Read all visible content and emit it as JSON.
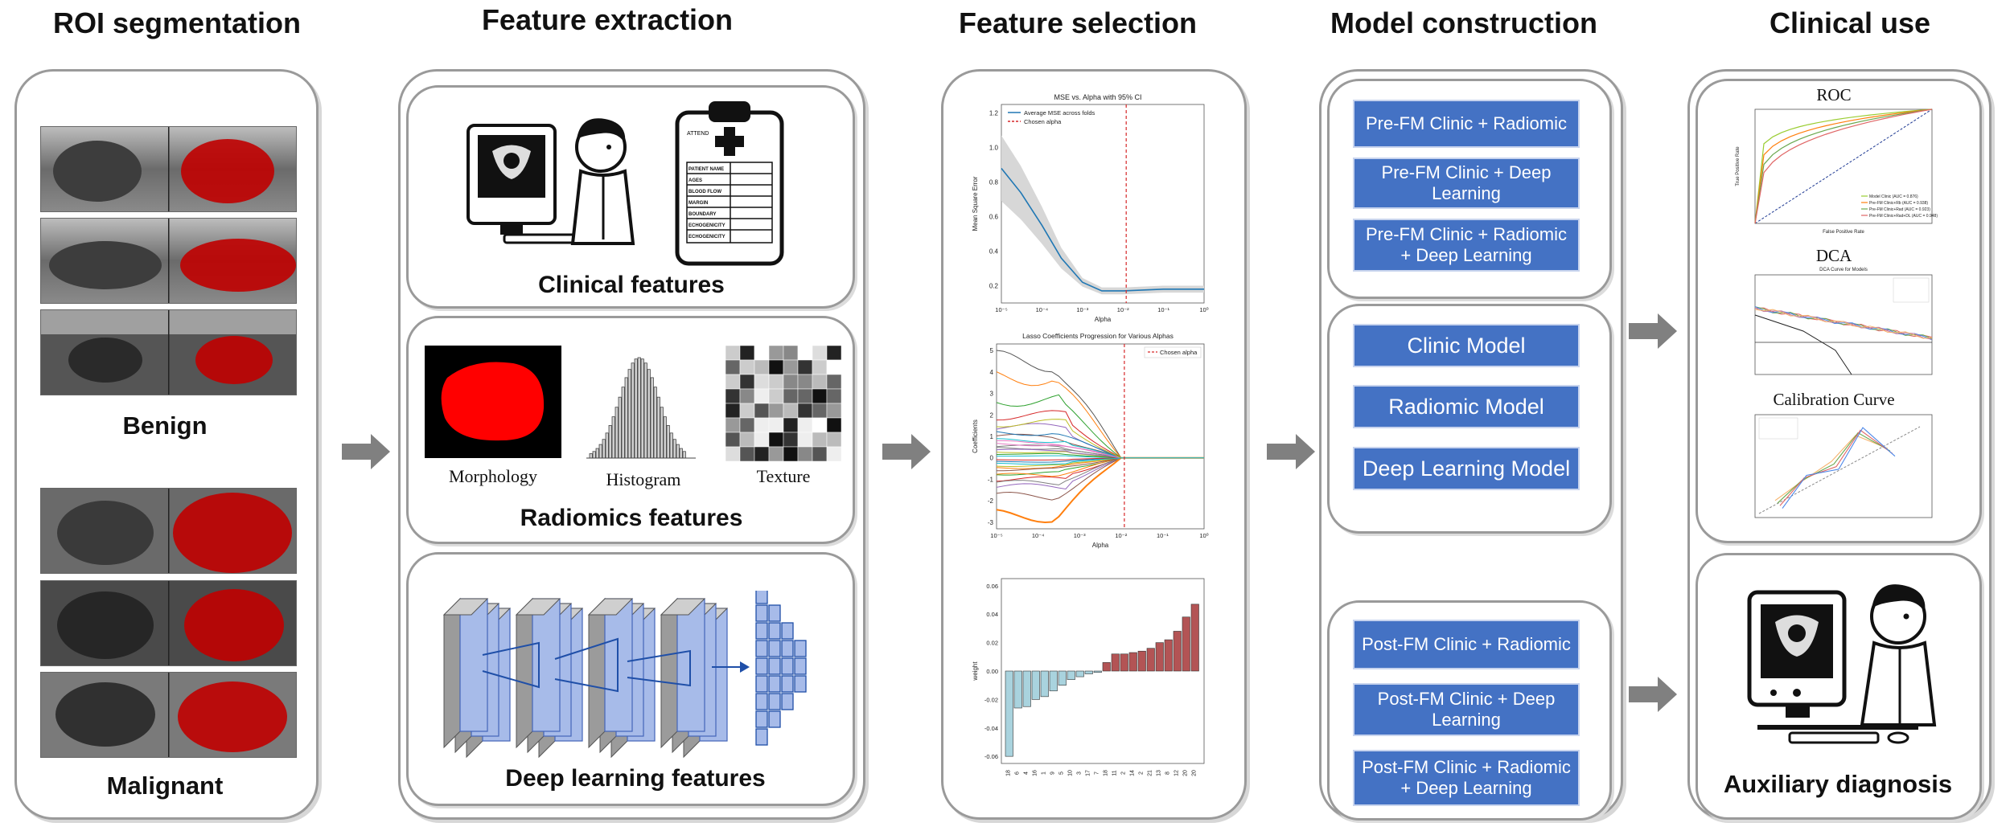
{
  "stages": {
    "roi": "ROI segmentation",
    "extraction": "Feature extraction",
    "selection": "Feature selection",
    "construction": "Model construction",
    "clinical": "Clinical use"
  },
  "roi": {
    "benign": "Benign",
    "malignant": "Malignant"
  },
  "extraction": {
    "clinical_label": "Clinical features",
    "radiomics_label": "Radiomics features",
    "deep_label": "Deep learning features",
    "morphology": "Morphology",
    "histogram": "Histogram",
    "texture": "Texture",
    "form": {
      "header": "ATTEND",
      "rows": [
        "PATIENT NAME",
        "AGES",
        "BLOOD FLOW",
        "MARGIN",
        "BOUNDARY",
        "ECHOGENICITY",
        "ECHOGENICITY"
      ]
    }
  },
  "selection": {
    "mse_title": "MSE vs. Alpha with 95% CI",
    "mse_legend": [
      "Average MSE across folds",
      "Chosen alpha"
    ],
    "mse_ylabel": "Mean Square Error",
    "mse_xlabel": "Alpha",
    "lasso_title": "Lasso Coefficients Progression for Various Alphas",
    "lasso_legend": "Chosen alpha",
    "lasso_ylabel": "Coefficients",
    "lasso_xlabel": "Alpha",
    "weight_ylabel": "weight",
    "mse_ticks": [
      "1.2",
      "1.0",
      "0.8",
      "0.6",
      "0.4",
      "0.2"
    ],
    "lasso_ticks": [
      "5",
      "4",
      "3",
      "2",
      "1",
      "0",
      "-1",
      "-2",
      "-3"
    ],
    "x_ticks": [
      "10⁻⁵",
      "10⁻⁴",
      "10⁻³",
      "10⁻²",
      "10⁻¹",
      "10⁰"
    ],
    "weight_ticks": [
      "0.06",
      "0.04",
      "0.02",
      "0.00",
      "-0.02",
      "-0.04",
      "-0.06"
    ]
  },
  "chart_data": [
    {
      "type": "line",
      "title": "MSE vs. Alpha with 95% CI",
      "xlabel": "Alpha",
      "ylabel": "Mean Square Error",
      "x_scale": "log",
      "xlim": [
        1e-05,
        1
      ],
      "ylim": [
        0.1,
        1.25
      ],
      "series": [
        {
          "name": "Average MSE across folds",
          "x": [
            1e-05,
            3e-05,
            0.0001,
            0.0003,
            0.001,
            0.003,
            0.01,
            0.1,
            1
          ],
          "y": [
            0.88,
            0.74,
            0.55,
            0.36,
            0.22,
            0.17,
            0.17,
            0.18,
            0.18
          ]
        }
      ],
      "chosen_alpha": 0.012
    },
    {
      "type": "line",
      "title": "Lasso Coefficients Progression for Various Alphas",
      "xlabel": "Alpha",
      "ylabel": "Coefficients",
      "x_scale": "log",
      "xlim": [
        1e-05,
        1
      ],
      "ylim": [
        -3.3,
        5.3
      ],
      "chosen_alpha": 0.012
    },
    {
      "type": "bar",
      "ylabel": "weight",
      "ylim": [
        -0.065,
        0.065
      ],
      "categories": [
        "18",
        "6",
        "4",
        "16",
        "1",
        "9",
        "5",
        "10",
        "3",
        "17",
        "7",
        "18",
        "11",
        "2",
        "14",
        "2",
        "21",
        "13",
        "8",
        "12",
        "20",
        "20"
      ],
      "values": [
        -0.06,
        -0.026,
        -0.025,
        -0.02,
        -0.018,
        -0.014,
        -0.01,
        -0.006,
        -0.004,
        -0.002,
        -0.001,
        0.006,
        0.012,
        0.012,
        0.013,
        0.014,
        0.016,
        0.02,
        0.022,
        0.028,
        0.038,
        0.047
      ]
    },
    {
      "type": "line",
      "title": "ROC",
      "xlabel": "False Positive Rate",
      "ylabel": "True Positive Rate",
      "series": [
        {
          "name": "Model Clinic (AUC = 0.876)"
        },
        {
          "name": "Pre-FM Clinic+Rb (AUC = 0.938)"
        },
        {
          "name": "Pre-FM Clinic+Rad (AUC = 0.923)"
        },
        {
          "name": "Pre-FM Clinic+Rad+DL (AUC = 0.948)"
        }
      ]
    },
    {
      "type": "line",
      "title": "DCA"
    },
    {
      "type": "line",
      "title": "Calibration Curve"
    }
  ],
  "construction": {
    "pre": [
      "Pre-FM Clinic + Radiomic",
      "Pre-FM Clinic + Deep Learning",
      "Pre-FM  Clinic + Radiomic + Deep Learning"
    ],
    "single": [
      "Clinic Model",
      "Radiomic  Model",
      "Deep Learning Model"
    ],
    "post": [
      "Post-FM Clinic + Radiomic",
      "Post-FM Clinic + Deep Learning",
      "Post-FM  Clinic + Radiomic + Deep Learning"
    ]
  },
  "clinical": {
    "roc": "ROC",
    "dca": "DCA",
    "dca_subtitle": "DCA Curve for Models",
    "calibration": "Calibration Curve",
    "auxiliary": "Auxiliary diagnosis"
  },
  "colors": {
    "model_blue": "#4472c4",
    "mask_red": "#e00000",
    "bar_pos": "#b35455",
    "bar_neg": "#a9d3de",
    "arrow_gray": "#808080"
  }
}
